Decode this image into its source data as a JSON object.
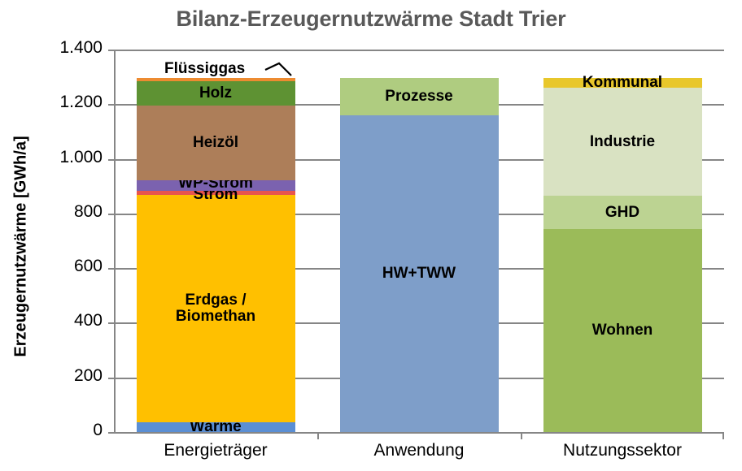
{
  "chart_data": {
    "type": "bar",
    "subtype": "stacked-column",
    "title": "Bilanz-Erzeugernutzwärme Stadt Trier",
    "xlabel": "",
    "ylabel": "Erzeugernutzwärme [GWh/a]",
    "ylim": [
      0,
      1400
    ],
    "ytick_values": [
      0,
      200,
      400,
      600,
      800,
      1000,
      1200,
      1400
    ],
    "ytick_labels": [
      "0",
      "200",
      "400",
      "600",
      "800",
      "1.000",
      "1.200",
      "1.400"
    ],
    "grid": true,
    "legend": "none (segments labelled in place)",
    "categories": [
      "Energieträger",
      "Anwendung",
      "Nutzungssektor"
    ],
    "stacks": [
      {
        "category": "Energieträger",
        "total": 1297,
        "segments": [
          {
            "name": "Wärme",
            "value": 36,
            "color": "#5B8FD4",
            "label": "Wärme"
          },
          {
            "name": "Erdgas / Biomethan",
            "value": 833,
            "color": "#FFC000",
            "label": "Erdgas /\nBiomethan"
          },
          {
            "name": "Strom",
            "value": 15,
            "color": "#E8554E",
            "label": "Strom"
          },
          {
            "name": "WP-Strom",
            "value": 38,
            "color": "#7B62AF",
            "label": "WP-Strom"
          },
          {
            "name": "Heizöl",
            "value": 272,
            "color": "#AD7E59",
            "label": "Heizöl"
          },
          {
            "name": "Holz",
            "value": 91,
            "color": "#5E9233",
            "label": "Holz"
          },
          {
            "name": "Flüssiggas",
            "value": 12,
            "color": "#ED8B31",
            "label": "Flüssiggas"
          }
        ]
      },
      {
        "category": "Anwendung",
        "total": 1297,
        "segments": [
          {
            "name": "HW+TWW",
            "value": 1160,
            "color": "#7E9EC9",
            "label": "HW+TWW"
          },
          {
            "name": "Prozesse",
            "value": 137,
            "color": "#AFCC80",
            "label": "Prozesse"
          }
        ]
      },
      {
        "category": "Nutzungssektor",
        "total": 1297,
        "segments": [
          {
            "name": "Wohnen",
            "value": 743,
            "color": "#9BBB59",
            "label": "Wohnen"
          },
          {
            "name": "GHD",
            "value": 122,
            "color": "#BCD392",
            "label": "GHD"
          },
          {
            "name": "Industrie",
            "value": 396,
            "color": "#D9E2C2",
            "label": "Industrie"
          },
          {
            "name": "Kommunal",
            "value": 36,
            "color": "#E8C72B",
            "label": "Kommunal"
          }
        ]
      }
    ],
    "annotations": [
      {
        "text": "Flüssiggas",
        "points_to": "Energieträger/Flüssiggas",
        "style": "leader-line"
      }
    ],
    "colors": {
      "title": "#595959",
      "axis": "#868686",
      "grid": "#868686",
      "text": "#000000",
      "background": "#FFFFFF"
    }
  }
}
